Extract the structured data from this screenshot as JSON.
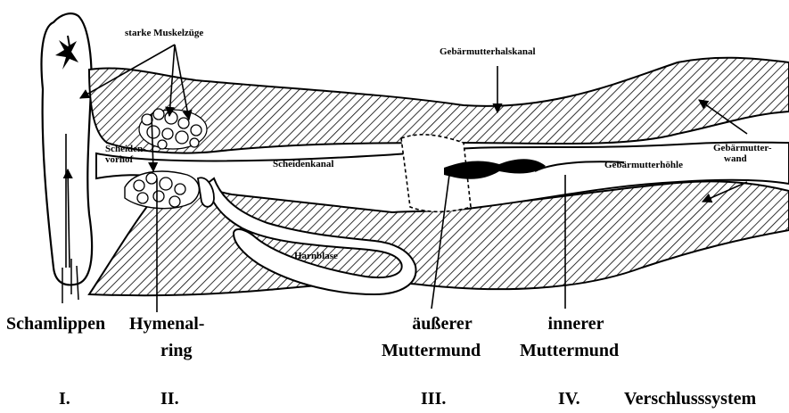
{
  "labels": {
    "starke_muskelzuege": "starke Muskelzüge",
    "gebaermutterhalskanal": "Gebärmutterhalskanal",
    "scheidenvorhof_l1": "Scheiden-",
    "scheidenvorhof_l2": "vorhof",
    "scheidenkanal": "Scheidenkanal",
    "gebaermutterhoehle": "Gebärmutterhöhle",
    "gebaermutterwand_l1": "Gebärmutter-",
    "gebaermutterwand_l2": "wand",
    "harnblase": "Harnblase"
  },
  "bottom_labels": {
    "schamlippen": "Schamlippen",
    "hymenalring_l1": "Hymenal-",
    "hymenalring_l2": "ring",
    "aeusserer_l1": "äußerer",
    "aeusserer_l2": "Muttermund",
    "innerer_l1": "innerer",
    "innerer_l2": "Muttermund"
  },
  "numerals": [
    "I.",
    "II.",
    "III.",
    "IV."
  ],
  "system_label": "Verschlusssystem",
  "colors": {
    "ink": "#000000",
    "paper": "#ffffff"
  }
}
